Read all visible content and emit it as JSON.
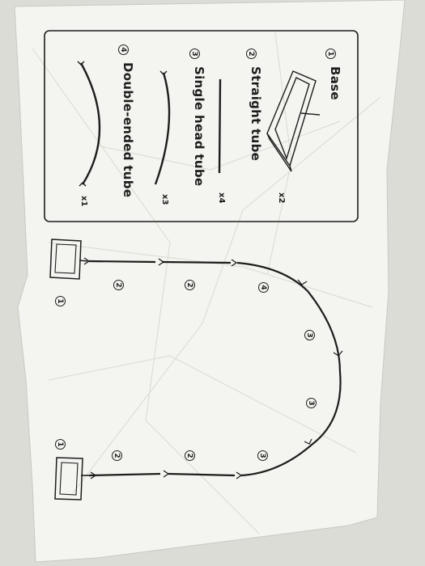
{
  "legend": {
    "items": [
      {
        "num": "1",
        "label": "Base",
        "qty": "x2"
      },
      {
        "num": "2",
        "label": "Straight tube",
        "qty": "x4"
      },
      {
        "num": "3",
        "label": "Single head tube",
        "qty": "x3"
      },
      {
        "num": "4",
        "label": "Double-ended tube",
        "qty": "x1"
      }
    ]
  },
  "diagram": {
    "callouts": [
      {
        "id": "base-top",
        "num": "1"
      },
      {
        "id": "straight-top-1",
        "num": "2"
      },
      {
        "id": "straight-top-2",
        "num": "2"
      },
      {
        "id": "double-top",
        "num": "4"
      },
      {
        "id": "single-1",
        "num": "3"
      },
      {
        "id": "single-2",
        "num": "3"
      },
      {
        "id": "single-3",
        "num": "3"
      },
      {
        "id": "straight-bot-2",
        "num": "2"
      },
      {
        "id": "straight-bot-1",
        "num": "2"
      },
      {
        "id": "base-bot",
        "num": "1"
      }
    ]
  },
  "colors": {
    "ink": "#1d1d1d",
    "paper": "#f4f4f0",
    "background": "#dcdcd6"
  }
}
